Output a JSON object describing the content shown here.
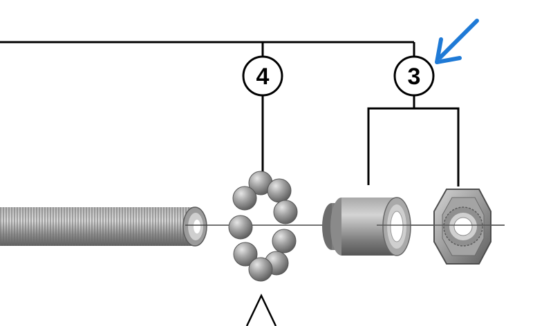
{
  "diagram": {
    "callouts": [
      {
        "id": "4",
        "label": "4"
      },
      {
        "id": "3",
        "label": "3"
      }
    ]
  },
  "colors": {
    "line": "#000000",
    "arrow": "#1f7ad6",
    "part_gray": "#8f8f8f",
    "part_dark": "#5f5f5f",
    "part_light": "#c8c8c8"
  },
  "icons": [
    "arrow-pointer-icon"
  ]
}
